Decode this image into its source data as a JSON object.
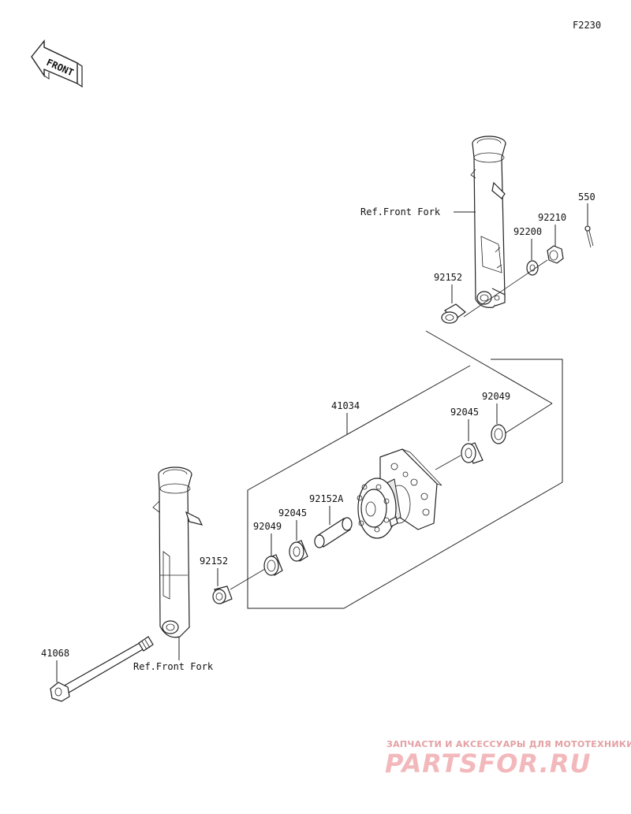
{
  "diagram": {
    "figure_code": "F2230",
    "front_arrow_text": "FRONT",
    "labels": {
      "ref_front_fork_upper": "Ref.Front Fork",
      "ref_front_fork_lower": "Ref.Front Fork",
      "p550": "550",
      "p92210": "92210",
      "p92200": "92200",
      "p92152_upper": "92152",
      "p41034": "41034",
      "p92049_right": "92049",
      "p92045_right": "92045",
      "p92152a": "92152A",
      "p92045_left": "92045",
      "p92049_left": "92049",
      "p92152_lower": "92152",
      "p41068": "41068"
    }
  },
  "watermark": {
    "tagline": "ЗАПЧАСТИ И АКСЕССУАРЫ ДЛЯ МОТОТЕХНИКИ",
    "logo_text": "PARTSFOR.RU"
  }
}
